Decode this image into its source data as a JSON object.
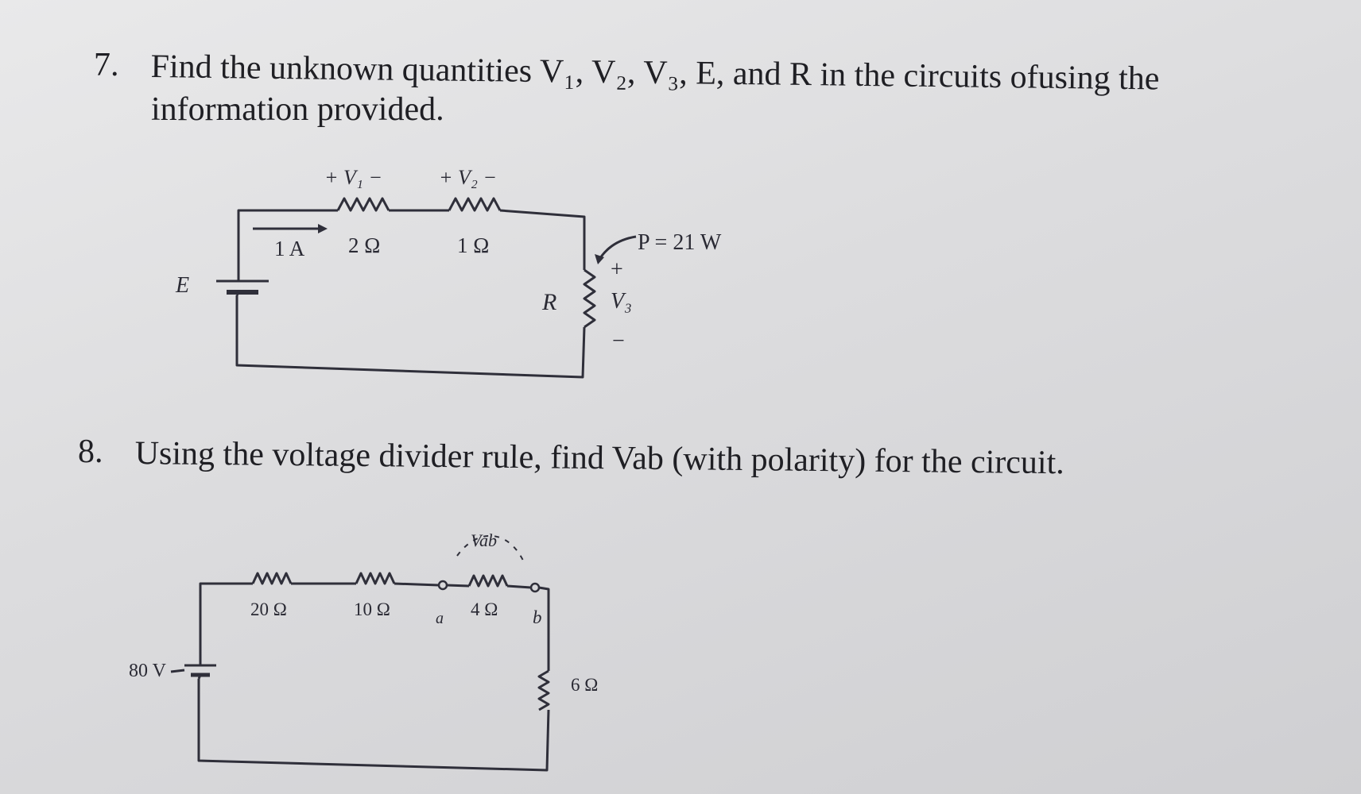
{
  "question7": {
    "number": "7.",
    "line1": "Find the unknown quantities V₁, V₂, V₃, E, and R in the circuits ofusing the",
    "line2": "information provided.",
    "labels": {
      "v1": "+ V₁ −",
      "v2": "+ V₂ −",
      "current": "1 A",
      "r1": "2 Ω",
      "r2": "1 Ω",
      "source": "E",
      "power": "P = 21 W",
      "plus": "+",
      "v3": "V₃",
      "minus": "−",
      "r": "R"
    }
  },
  "question8": {
    "number": "8.",
    "line1": "Using the voltage divider rule, find Vab (with polarity) for the circuit.",
    "labels": {
      "vab": "Vab",
      "r20": "20 Ω",
      "r10": "10 Ω",
      "node_a": "a",
      "r4": "4 Ω",
      "node_b": "b",
      "source": "80 V",
      "r6": "6 Ω"
    }
  }
}
